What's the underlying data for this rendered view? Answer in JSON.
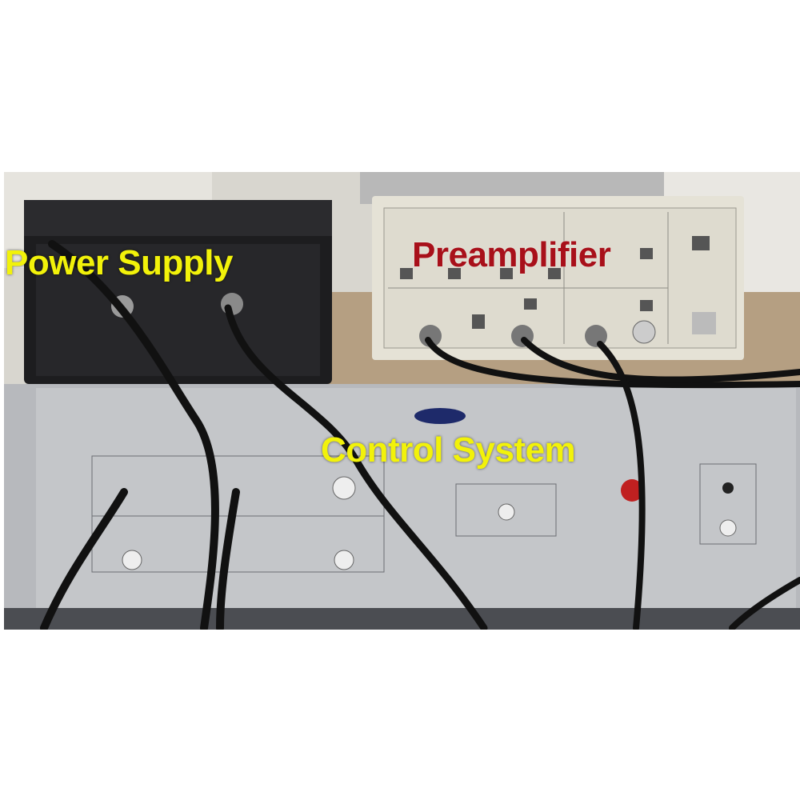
{
  "labels": {
    "power_supply": "Power Supply",
    "preamplifier": "Preamplifier",
    "control_system": "Control System"
  },
  "colors": {
    "label_yellow": "#f2f20a",
    "label_red": "#a8101a"
  }
}
